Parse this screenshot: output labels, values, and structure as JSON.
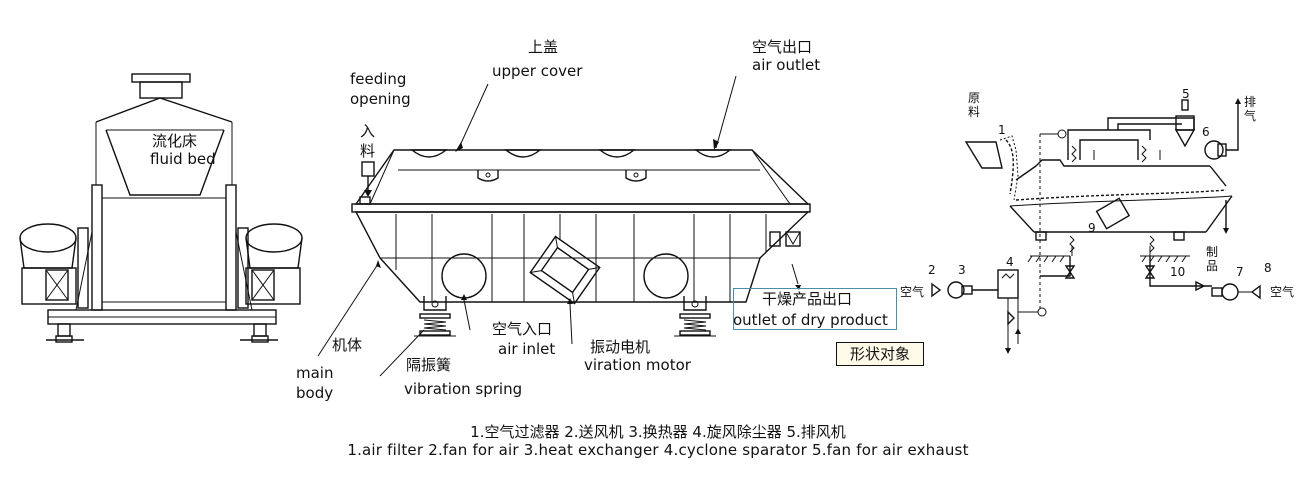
{
  "left_view": {
    "fluid_bed_cn": "流化床",
    "fluid_bed_en": "fluid bed"
  },
  "middle_view": {
    "upper_cover_cn": "上盖",
    "upper_cover_en": "upper cover",
    "feeding_line1": "feeding",
    "feeding_line2": "opening",
    "air_outlet_cn": "空气出口",
    "air_outlet_en": "air outlet",
    "feed_cn_1": "入",
    "feed_cn_2": "料",
    "dry_outlet_cn": "干燥产品出口",
    "dry_outlet_en": "outlet of dry product",
    "air_inlet_cn": "空气入口",
    "air_inlet_en": "air inlet",
    "vib_motor_cn": "振动电机",
    "vib_motor_en": "viration motor",
    "main_body_cn": "机体",
    "main_body_en_1": "main",
    "main_body_en_2": "body",
    "spring_cn": "隔振簧",
    "spring_en": "vibration spring",
    "shape_object": "形状对象"
  },
  "right_view": {
    "raw_1": "原",
    "raw_2": "料",
    "exhaust_1": "排",
    "exhaust_2": "气",
    "product_1": "制",
    "product_2": "品",
    "air_left": "空气",
    "air_right": "空气",
    "n1": "1",
    "n2": "2",
    "n3": "3",
    "n4": "4",
    "n5": "5",
    "n6": "6",
    "n7": "7",
    "n8": "8",
    "n9": "9",
    "n10": "10"
  },
  "caption": {
    "cn": "1.空气过滤器  2.送风机  3.换热器  4.旋风除尘器  5.排风机",
    "en": "1.air filter   2.fan for air   3.heat exchanger   4.cyclone sparator   5.fan for air exhaust"
  }
}
